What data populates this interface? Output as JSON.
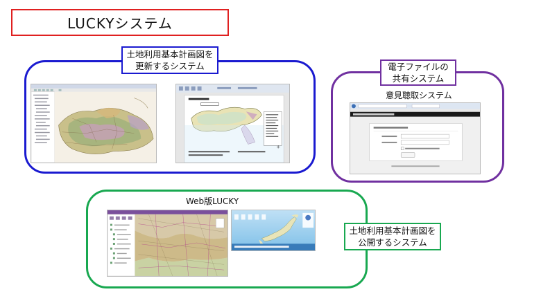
{
  "title": "LUCKYシステム",
  "groups": {
    "update": {
      "label_line1": "土地利用基本計画図を",
      "label_line2": "更新するシステム"
    },
    "share": {
      "label_line1": "電子ファイルの",
      "label_line2": "共有システム",
      "sub_label": "意見聴取システム"
    },
    "publish": {
      "label_line1": "土地利用基本計画図を",
      "label_line2": "公開するシステム",
      "sub_label": "Web版LUCKY"
    }
  },
  "colors": {
    "title_border": "#e02020",
    "update": "#1a1ad0",
    "share": "#7030a0",
    "publish": "#18a850"
  }
}
